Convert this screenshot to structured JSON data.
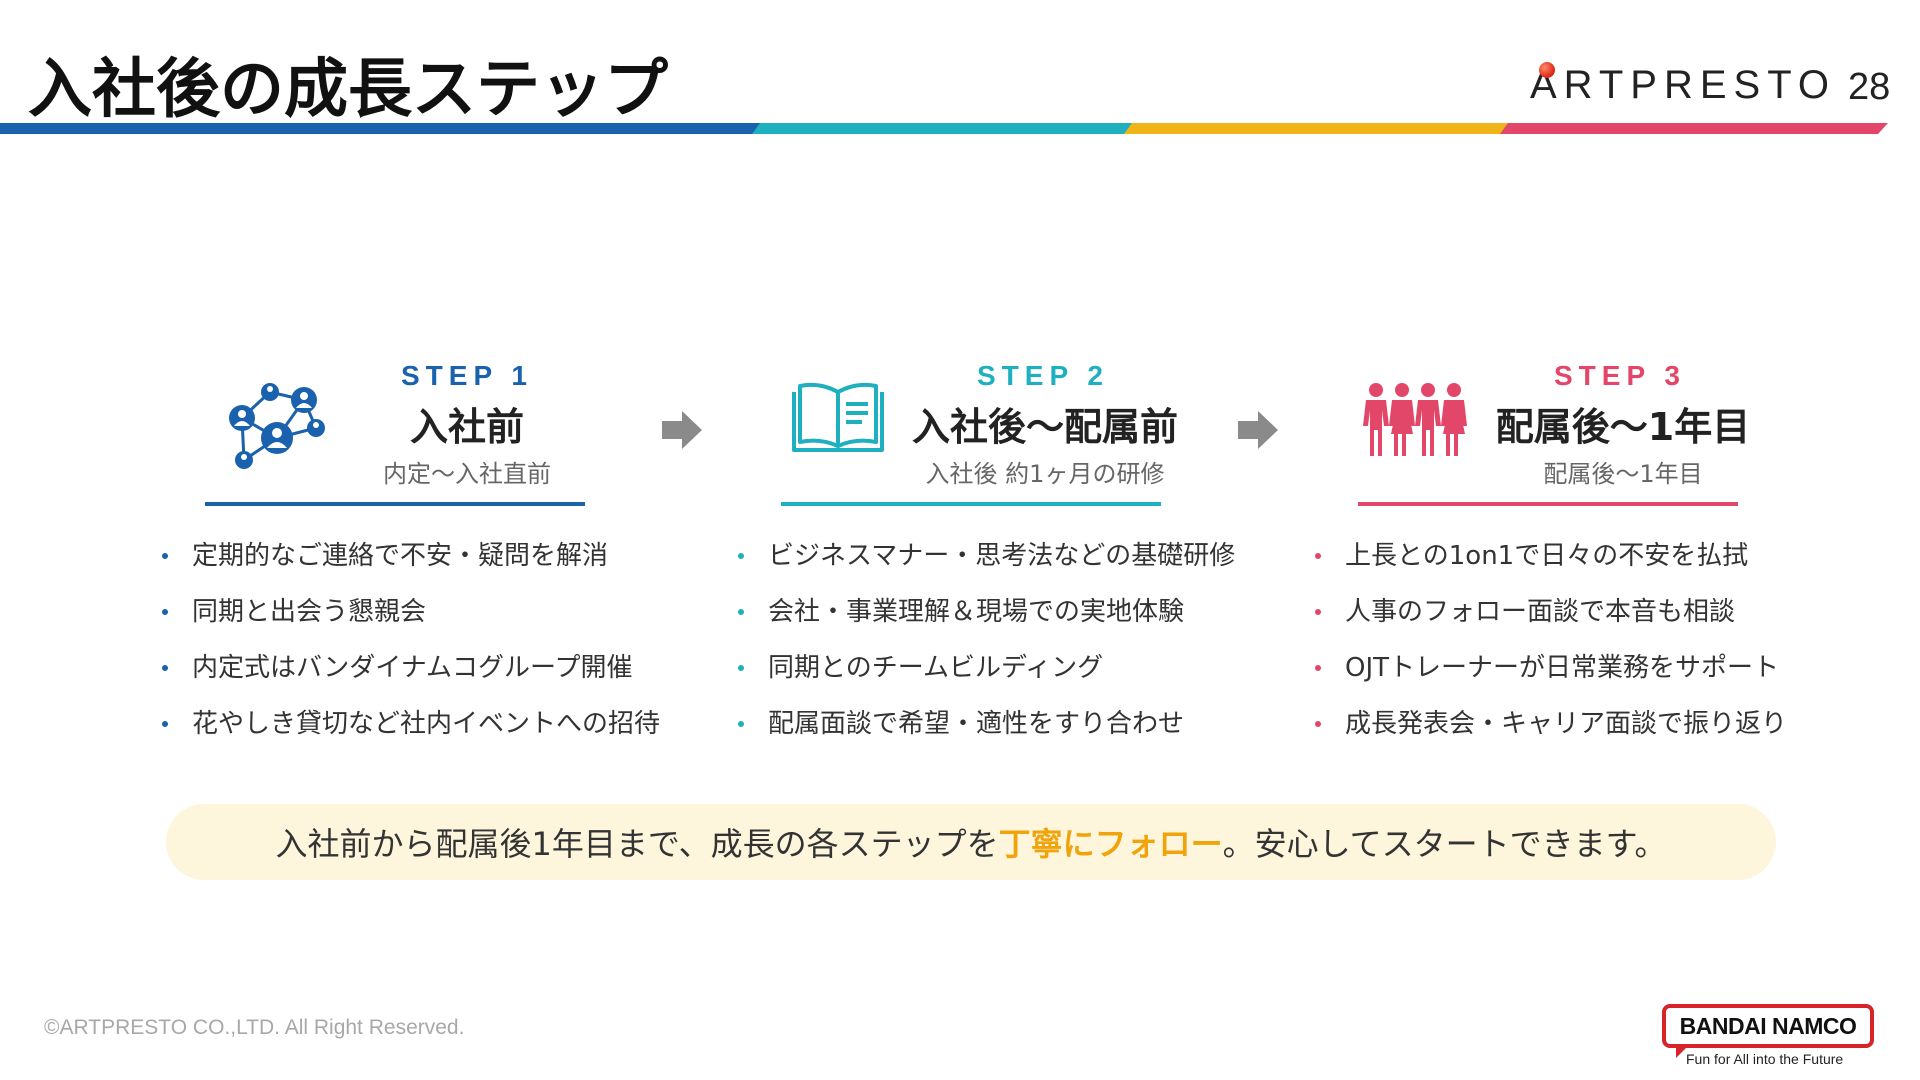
{
  "header": {
    "title": "入社後の成長ステップ",
    "company_logo_text": "ARTPRESTO",
    "page_number": "28"
  },
  "steps": [
    {
      "label": "STEP 1",
      "title": "入社前",
      "subtitle": "内定〜入社直前",
      "icon": "network-people-icon",
      "color": "#1a62ad",
      "bullets": [
        "定期的なご連絡で不安・疑問を解消",
        "同期と出会う懇親会",
        "内定式はバンダイナムコグループ開催",
        "花やしき貸切など社内イベントへの招待"
      ]
    },
    {
      "label": "STEP 2",
      "title": "入社後〜配属前",
      "subtitle": "入社後 約1ヶ月の研修",
      "icon": "open-book-icon",
      "color": "#1fb0bf",
      "bullets": [
        "ビジネスマナー・思考法などの基礎研修",
        "会社・事業理解＆現場での実地体験",
        "同期とのチームビルディング",
        "配属面談で希望・適性をすり合わせ"
      ]
    },
    {
      "label": "STEP 3",
      "title": "配属後〜1年目",
      "subtitle": "配属後〜1年目",
      "icon": "people-group-icon",
      "color": "#e2476a",
      "bullets": [
        "上長との1on1で日々の不安を払拭",
        "人事のフォロー面談で本音も相談",
        "OJTトレーナーが日常業務をサポート",
        "成長発表会・キャリア面談で振り返り"
      ]
    }
  ],
  "banner": {
    "before": "入社前から配属後1年目まで、成長の各ステップを",
    "highlight": "丁寧にフォロー",
    "after": "。安心してスタートできます。",
    "highlight_color": "#f0a30a"
  },
  "footer": {
    "copyright": "©ARTPRESTO CO.,LTD.  All Right Reserved.",
    "brand_logo_text": "BANDAI NAMCO",
    "brand_tagline": "Fun for All into the Future"
  },
  "colors": {
    "blue": "#1a62ad",
    "teal": "#1fb0bf",
    "yellow": "#f0b418",
    "pink": "#e2476a"
  }
}
